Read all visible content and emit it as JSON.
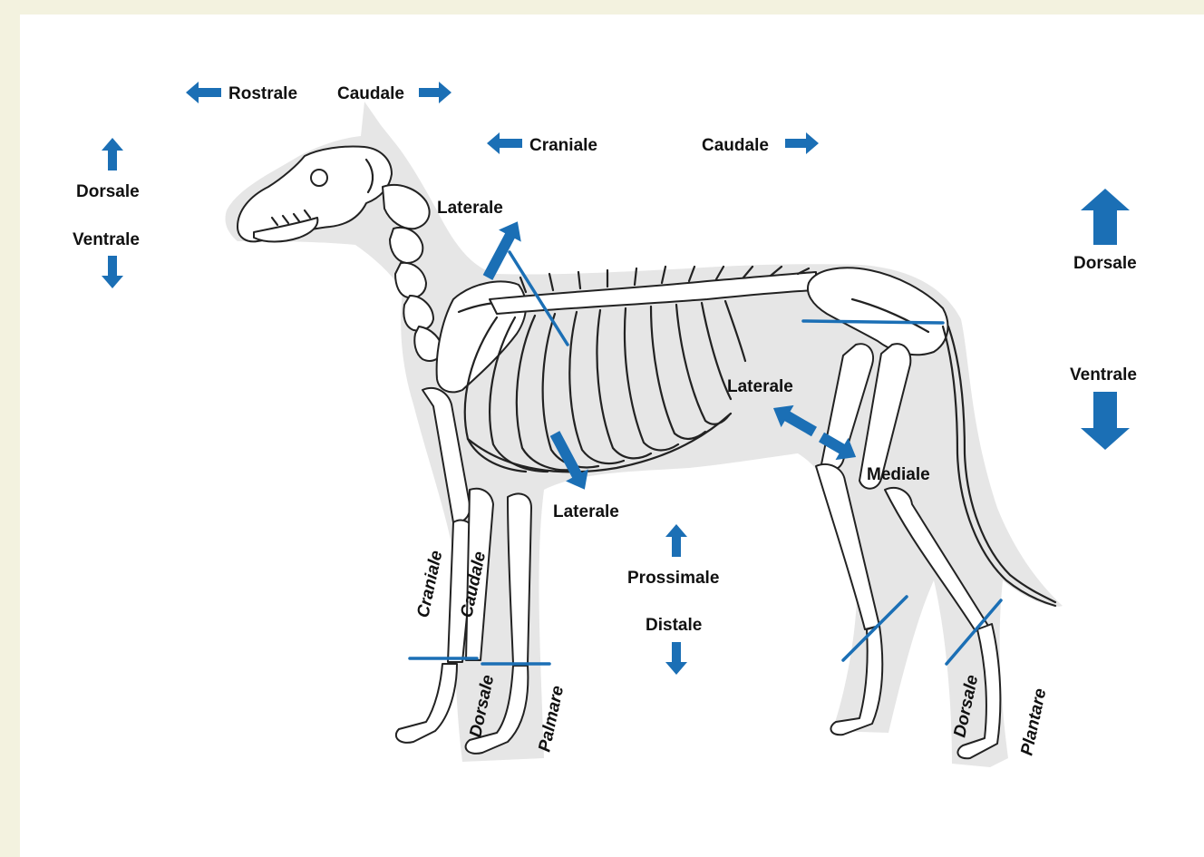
{
  "colors": {
    "arrow": "#1b6fb5",
    "background": "#f3f2df",
    "panel": "#ffffff",
    "silhouette": "#e6e6e6",
    "text": "#111111"
  },
  "labels": {
    "rostrale": "Rostrale",
    "caudale_head": "Caudale",
    "craniale_body": "Craniale",
    "caudale_body": "Caudale",
    "dorsale_left": "Dorsale",
    "ventrale_left": "Ventrale",
    "dorsale_right": "Dorsale",
    "ventrale_right": "Ventrale",
    "laterale_shoulder": "Laterale",
    "laterale_chest": "Laterale",
    "laterale_hind": "Laterale",
    "mediale_hind": "Mediale",
    "prossimale": "Prossimale",
    "distale": "Distale",
    "craniale_foreleg": "Craniale",
    "caudale_foreleg": "Caudale",
    "dorsale_forepaw": "Dorsale",
    "palmare": "Palmare",
    "dorsale_hindpaw": "Dorsale",
    "plantare": "Plantare"
  }
}
